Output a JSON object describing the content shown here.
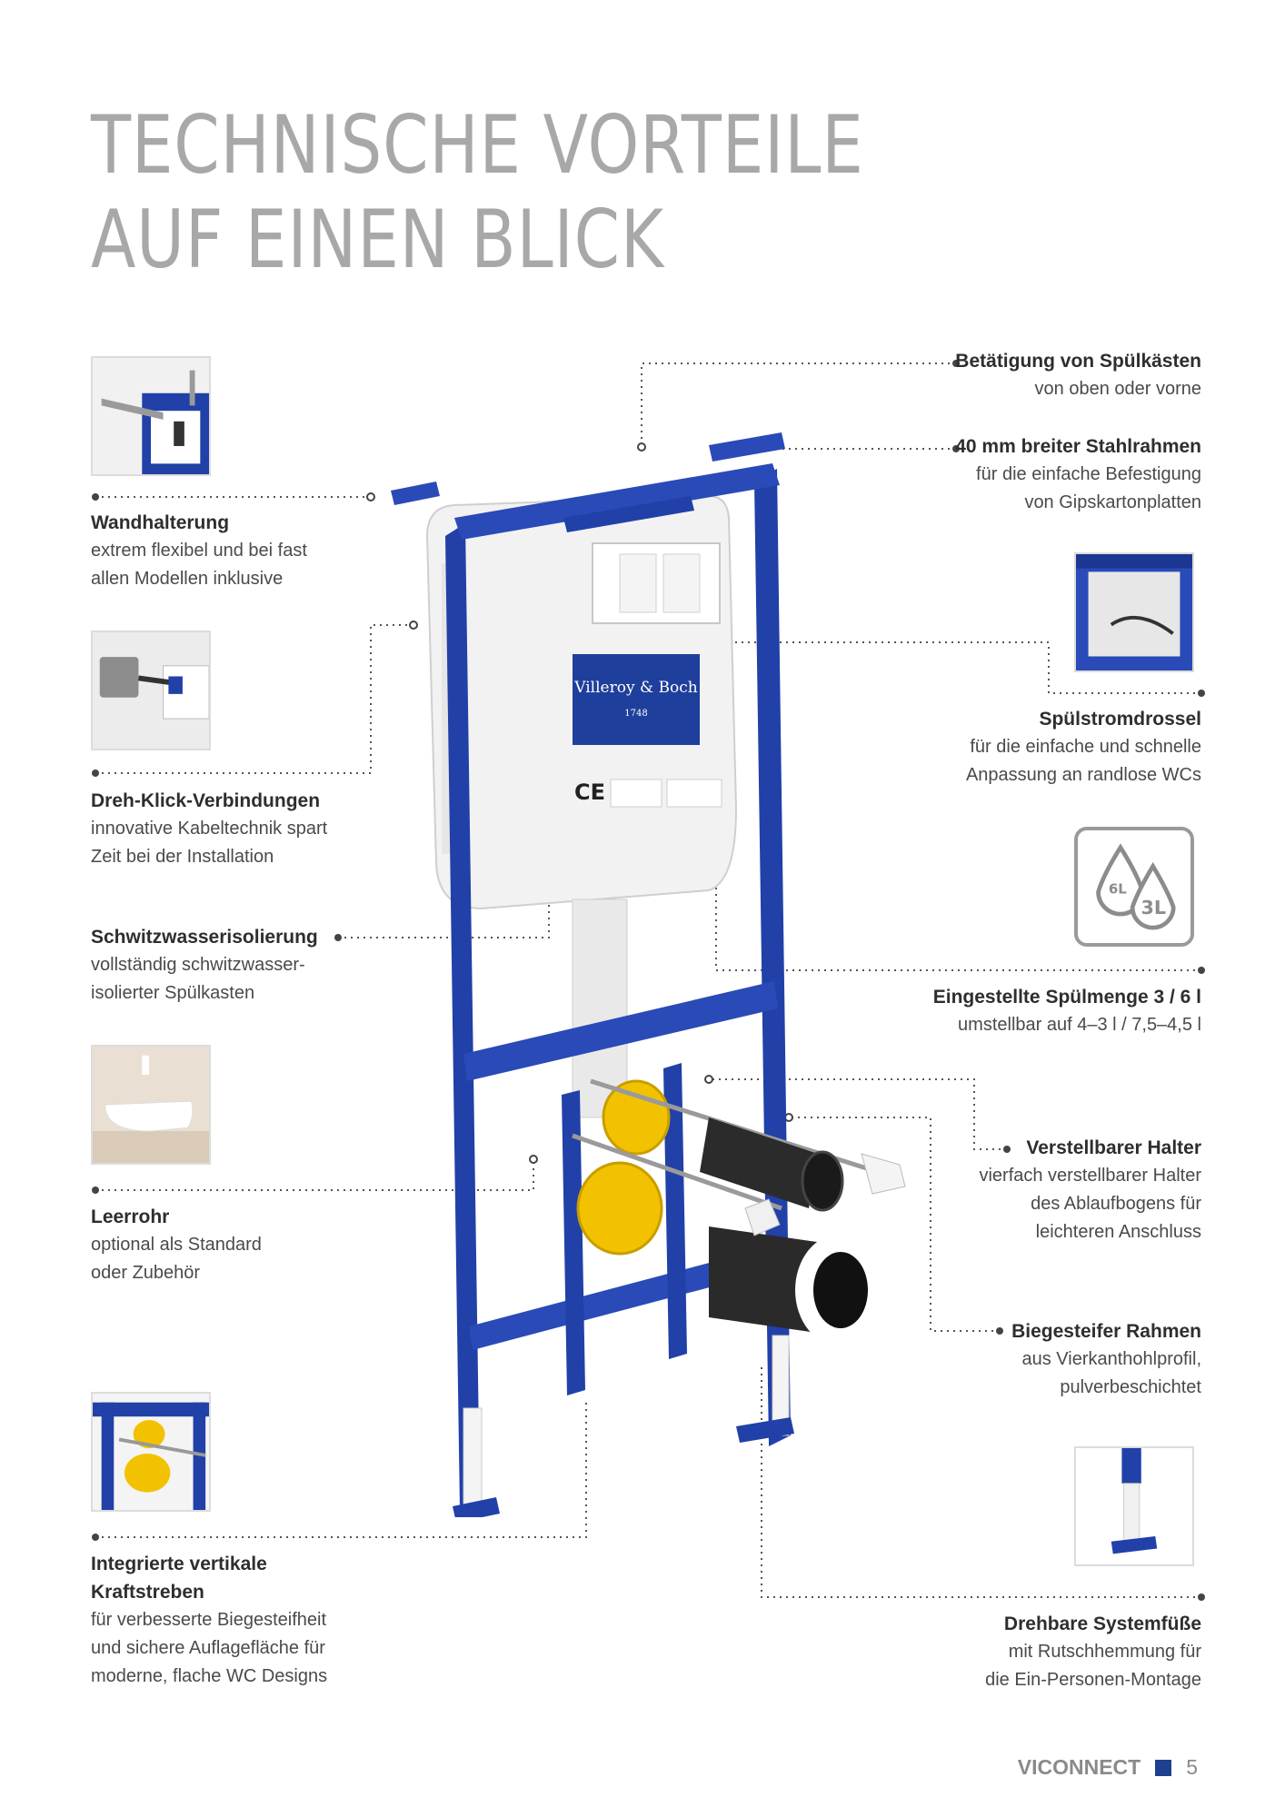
{
  "title": {
    "line1": "TECHNISCHE VORTEILE",
    "line2": "AUF EINEN BLICK"
  },
  "features_left": [
    {
      "heading": "Wandhalterung",
      "lines": [
        "extrem flexibel und bei fast",
        "allen Modellen inklusive"
      ]
    },
    {
      "heading": "Dreh-Klick-Verbindungen",
      "lines": [
        "innovative Kabeltechnik spart",
        "Zeit bei der Installation"
      ]
    },
    {
      "heading": "Schwitzwasserisolierung",
      "lines": [
        "vollständig schwitzwasser-",
        "isolierter Spülkasten"
      ]
    },
    {
      "heading": "Leerrohr",
      "lines": [
        "optional als Standard",
        "oder Zubehör"
      ]
    },
    {
      "heading_lines": [
        "Integrierte vertikale",
        "Kraftstreben"
      ],
      "lines": [
        "für verbesserte Biegesteifheit",
        "und sichere Auflagefläche für",
        "moderne, flache WC Designs"
      ]
    }
  ],
  "features_right": [
    {
      "heading": "Betätigung von Spülkästen",
      "lines": [
        "von oben oder vorne"
      ]
    },
    {
      "heading": "40 mm breiter Stahlrahmen",
      "lines": [
        "für die einfache Befestigung",
        "von Gipskartonplatten"
      ]
    },
    {
      "heading": "Spülstromdrossel",
      "lines": [
        "für die einfache und schnelle",
        "Anpassung an randlose WCs"
      ]
    },
    {
      "heading": "Eingestellte Spülmenge 3 / 6 l",
      "lines": [
        "umstellbar auf 4–3 l / 7,5–4,5 l"
      ]
    },
    {
      "heading": "Verstellbarer Halter",
      "lines": [
        "vierfach verstellbarer Halter",
        "des Ablaufbogens für",
        "leichteren Anschluss"
      ]
    },
    {
      "heading": "Biegesteifer Rahmen",
      "lines": [
        "aus Vierkanthohlprofil,",
        "pulverbeschichtet"
      ]
    },
    {
      "heading": "Drehbare Systemfüße",
      "lines": [
        "mit Rutschhemmung für",
        "die Ein-Personen-Montage"
      ]
    }
  ],
  "product": {
    "brand": "Villeroy & Boch",
    "year": "1748",
    "mark": "CE"
  },
  "icon_flush": {
    "big": "6L",
    "small": "3L"
  },
  "footer": {
    "brand": "VICONNECT",
    "page": "5"
  },
  "colors": {
    "frame": "#2140a8",
    "accent_yellow": "#f2c200",
    "line": "#555555",
    "title": "#a8a8a8"
  }
}
